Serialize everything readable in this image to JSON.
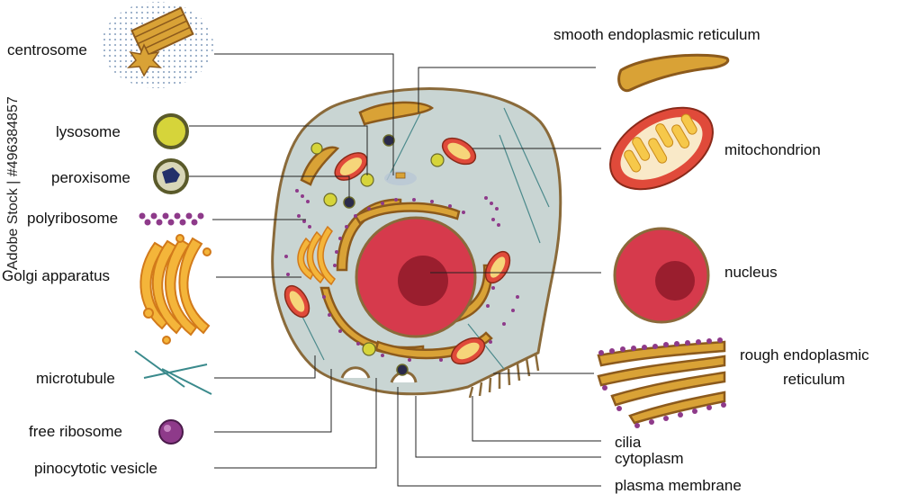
{
  "labels": {
    "centrosome": "centrosome",
    "lysosome": "lysosome",
    "peroxisome": "peroxisome",
    "polyribosome": "polyribosome",
    "golgi": "Golgi apparatus",
    "microtubule": "microtubule",
    "free_ribosome": "free ribosome",
    "pinocytotic_vesicle": "pinocytotic vesicle",
    "smooth_er": "smooth endoplasmic reticulum",
    "mitochondrion": "mitochondrion",
    "nucleus": "nucleus",
    "rough_er_line1": "rough  endoplasmic",
    "rough_er_line2": "reticulum",
    "cilia": "cilia",
    "cytoplasm": "cytoplasm",
    "plasma_membrane": "plasma membrane"
  },
  "watermark": "Adobe Stock | #496384857",
  "colors": {
    "cytoplasm": "#c9d5d3",
    "membrane": "#8a6a3a",
    "nucleus": "#d63a4c",
    "nucleolus": "#9a1e2e",
    "er_orange": "#d9a236",
    "er_brown": "#8c5a1c",
    "ribosome": "#8e3a8a",
    "mito_red": "#e04a3a",
    "mito_inner": "#f6d57a",
    "lysosome": "#d6d43a",
    "line": "#222222"
  }
}
